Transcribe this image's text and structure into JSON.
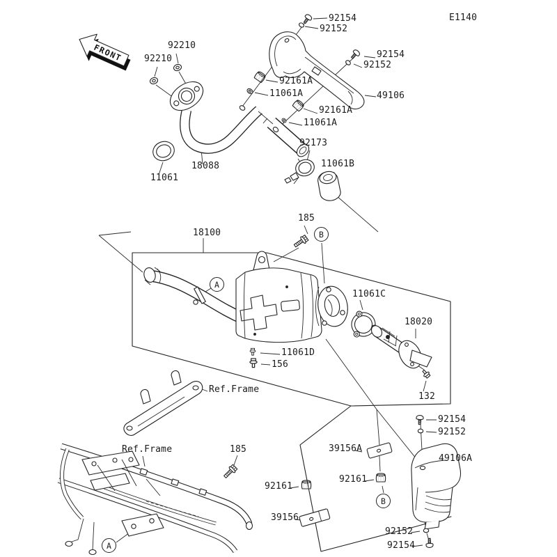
{
  "diagram": {
    "page_code": "E1140",
    "front_label": "FRONT",
    "callouts": {
      "a": "A",
      "b": "B"
    },
    "labels": [
      {
        "part": "92154",
        "text": "92154"
      },
      {
        "part": "92152",
        "text": "92152"
      },
      {
        "part": "92210",
        "text": "92210"
      },
      {
        "part": "92210",
        "text": "92210"
      },
      {
        "part": "92154",
        "text": "92154"
      },
      {
        "part": "92152",
        "text": "92152"
      },
      {
        "part": "92161A",
        "text": "92161A"
      },
      {
        "part": "11061A",
        "text": "11061A"
      },
      {
        "part": "49106",
        "text": "49106"
      },
      {
        "part": "92161A",
        "text": "92161A"
      },
      {
        "part": "11061A",
        "text": "11061A"
      },
      {
        "part": "92173",
        "text": "92173"
      },
      {
        "part": "11061B",
        "text": "11061B"
      },
      {
        "part": "18088",
        "text": "18088"
      },
      {
        "part": "11061",
        "text": "11061"
      },
      {
        "part": "18100",
        "text": "18100"
      },
      {
        "part": "185",
        "text": "185"
      },
      {
        "part": "11061C",
        "text": "11061C"
      },
      {
        "part": "18020",
        "text": "18020"
      },
      {
        "part": "11061D",
        "text": "11061D"
      },
      {
        "part": "156",
        "text": "156"
      },
      {
        "part": "132",
        "text": "132"
      },
      {
        "part": "ref-frame",
        "text": "Ref.Frame"
      },
      {
        "part": "ref-frame",
        "text": "Ref.Frame"
      },
      {
        "part": "185",
        "text": "185"
      },
      {
        "part": "92154",
        "text": "92154"
      },
      {
        "part": "92152",
        "text": "92152"
      },
      {
        "part": "39156A",
        "text": "39156A"
      },
      {
        "part": "49106A",
        "text": "49106A"
      },
      {
        "part": "92161",
        "text": "92161"
      },
      {
        "part": "92161",
        "text": "92161"
      },
      {
        "part": "39156",
        "text": "39156"
      },
      {
        "part": "92152",
        "text": "92152"
      },
      {
        "part": "92154",
        "text": "92154"
      }
    ]
  }
}
